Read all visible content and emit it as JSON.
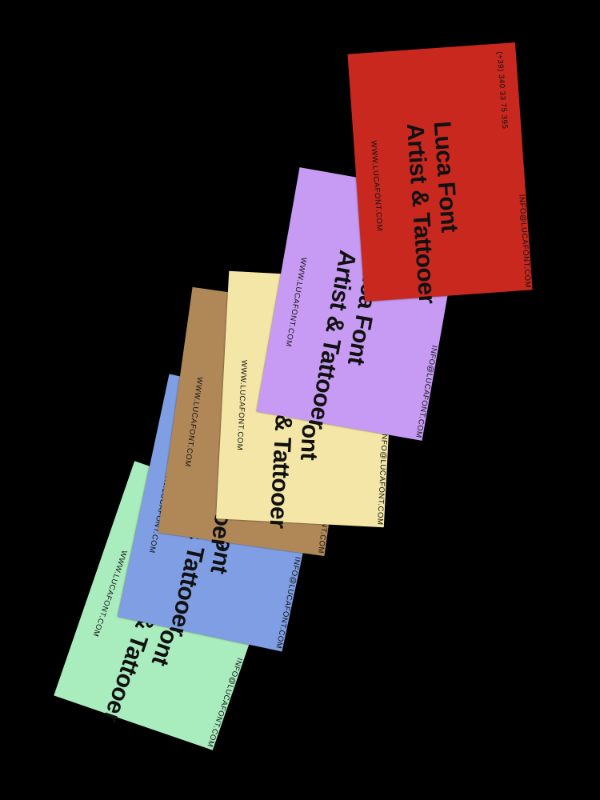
{
  "scene": {
    "background": "#000000"
  },
  "cards": [
    {
      "color": "#a9ecbe",
      "name": "Luca Font",
      "role": "Artist & Tattooer",
      "website": "WWW.LUCAFONT.COM",
      "email": "INFO@LUCAFONT.COM"
    },
    {
      "color": "#7f9ee3",
      "name": "Luca Font",
      "role": "Artist & Tattooer",
      "website": "WWW.LUCAFONT.COM",
      "email": "INFO@LUCAFONT.COM"
    },
    {
      "color": "#b08858",
      "name": "Luca Font",
      "role": "Artist & Tattooer",
      "website": "WWW.LUCAFONT.COM",
      "email": "INFO@LUCAFONT.COM"
    },
    {
      "color": "#f3e6a6",
      "name": "Luca Font",
      "role": "Artist & Tattooer",
      "website": "WWW.LUCAFONT.COM",
      "email": "INFO@LUCAFONT.COM"
    },
    {
      "color": "#c79bf3",
      "name": "Luca Font",
      "role": "Artist & Tattooer",
      "website": "WWW.LUCAFONT.COM",
      "email": "INFO@LUCAFONT.COM"
    },
    {
      "color": "#c8281e",
      "name": "Luca Font",
      "role": "Artist & Tattooer",
      "website": "WWW.LUCAFONT.COM",
      "email": "INFO@LUCAFONT.COM",
      "phone": "(+39) 340 33 75 395"
    }
  ]
}
